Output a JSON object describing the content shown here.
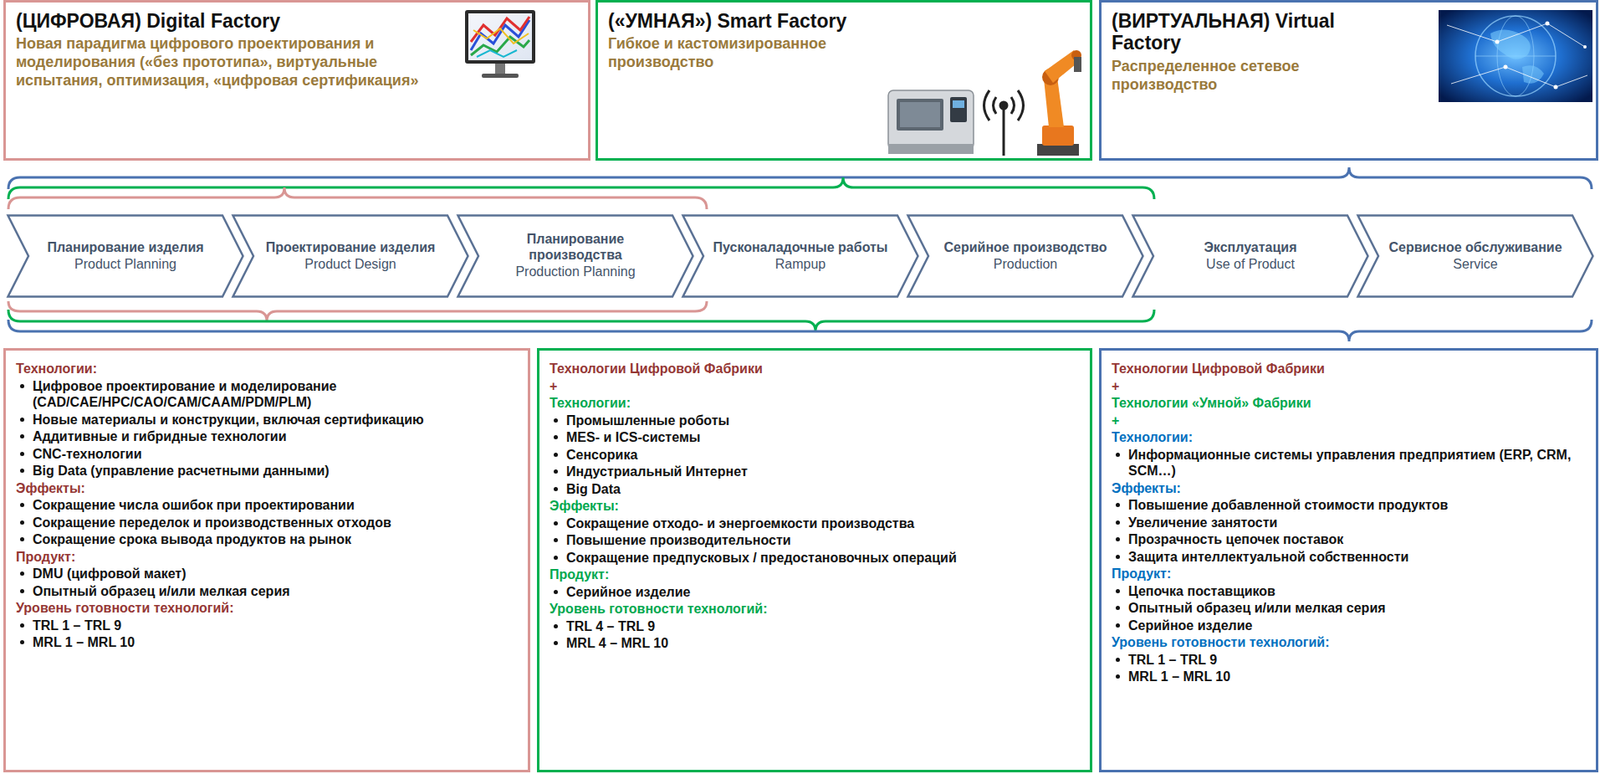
{
  "diagram": {
    "nodes": [
      {
        "text": [
          "(ЦИФРОВАЯ) Digital Factory",
          "Новая парадигма цифрового проектирования и моделирования («без прототипа», виртуальные испытания, оптимизация, «цифровая сертификация»"
        ]
      },
      {
        "text": [
          "(«УМНАЯ») Smart Factory",
          "Гибкое и кастомизированное производство"
        ]
      },
      {
        "text": [
          "(ВИРТУАЛЬНАЯ) Virtual Factory",
          "Распределенное сетевое производство"
        ]
      },
      {
        "text": [
          "Планирование изделия",
          "Product Planning"
        ]
      },
      {
        "text": [
          "Проектирование изделия",
          "Product Design"
        ]
      },
      {
        "text": [
          "Планирование производства",
          "Production Planning"
        ]
      },
      {
        "text": [
          "Пусконаладочные работы",
          "Rampup"
        ]
      },
      {
        "text": [
          "Серийное производство",
          "Production"
        ]
      },
      {
        "text": [
          "Эксплуатация",
          "Use of Product"
        ]
      },
      {
        "text": [
          "Сервисное обслуживание",
          "Service"
        ]
      },
      {
        "text": [
          "Технологии:",
          "Цифровое проектирование и моделирование (CAD/CAE/HPC/CAO/CAM/CAAM/PDM/PLM)",
          "Новые материалы и конструкции, включая сертификацию",
          "Аддитивные и гибридные технологии",
          "CNC-технологии",
          "Big Data (управление расчетными данными)",
          "Эффекты:",
          "Сокращение числа ошибок при проектировании",
          "Сокращение переделок и производственных отходов",
          "Сокращение срока вывода продуктов на рынок",
          "Продукт:",
          "DMU (цифровой макет)",
          "Опытный образец и/или мелкая серия",
          "Уровень готовности технологий:",
          "TRL 1 – TRL 9",
          "MRL 1 – MRL 10"
        ]
      },
      {
        "text": [
          "Технологии Цифровой Фабрики",
          "+",
          "Технологии:",
          "Промышленные роботы",
          "MES- и ICS-системы",
          "Сенсорика",
          "Индустриальный Интернет",
          "Big Data",
          "Эффекты:",
          "Сокращение отходо- и энергоемкости производства",
          "Повышение производительности",
          "Сокращение предпусковых / предостановочных операций",
          "Продукт:",
          "Серийное изделие",
          "Уровень готовности технологий:",
          "TRL 4 – TRL 9",
          "MRL 4 – MRL 10"
        ]
      },
      {
        "text": [
          "Технологии Цифровой Фабрики",
          "+",
          "Технологии «Умной» Фабрики",
          "+",
          "Технологии:",
          "Информационные системы управления предприятием (ERP, CRM, SCM…)",
          "Эффекты:",
          "Повышение добавленной стоимости продуктов",
          "Увеличение занятости",
          "Прозрачность цепочек поставок",
          "Защита интеллектуальной собственности",
          "Продукт:",
          "Цепочка поставщиков",
          "Опытный образец и/или мелкая серия",
          "Серийное изделие",
          "Уровень готовности технологий:",
          "TRL 1 – TRL 9",
          "MRL 1 – MRL 10"
        ]
      }
    ]
  }
}
